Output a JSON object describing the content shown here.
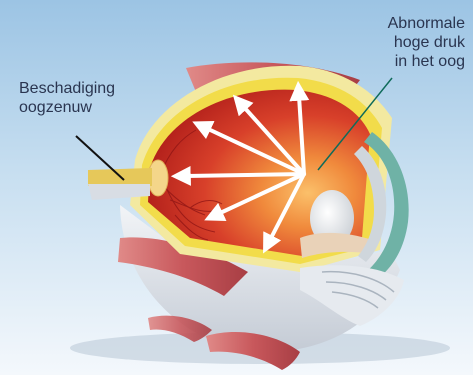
{
  "labels": {
    "optic_nerve_damage": [
      "Beschadiging",
      "oogzenuw"
    ],
    "pressure": [
      "Abnormale",
      "hoge druk",
      "in het oog"
    ]
  },
  "colors": {
    "background_top": "#9cc4e4",
    "background_bottom": "#f4f8fc",
    "eye_interior": "#c2241a",
    "eye_interior_bright": "#f08a3c",
    "retina_yellow": "#f2dc4a",
    "sclera": "#e2e6ec",
    "muscle": "#c8585c",
    "lens": "#d6dade",
    "cornea_teal": "#6fb2a6",
    "arrow": "#ffffff",
    "leader_line": "#0f6b5a",
    "text": "#2a3550"
  },
  "icons": [
    "pressure-arrow",
    "optic-nerve",
    "eye-muscle"
  ]
}
